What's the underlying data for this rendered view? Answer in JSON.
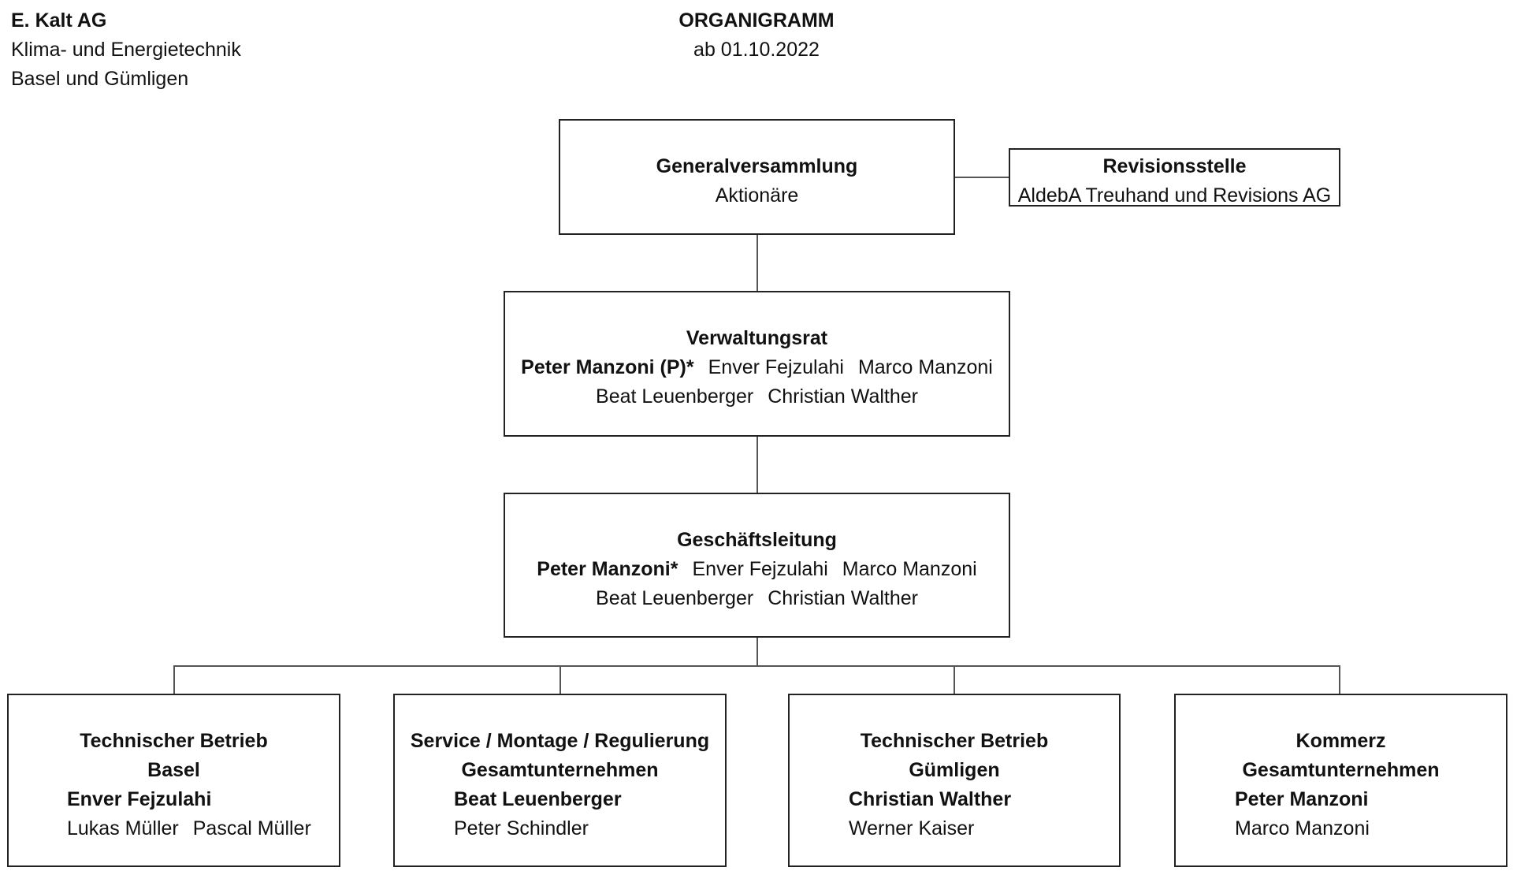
{
  "company": {
    "name": "E. Kalt AG",
    "line1": "Klima- und Energietechnik",
    "line2": "Basel und Gümligen"
  },
  "document": {
    "title": "ORGANIGRAMM",
    "date": "ab 01.10.2022"
  },
  "generalversammlung": {
    "title": "Generalversammlung",
    "subtitle": "Aktionäre"
  },
  "revisionsstelle": {
    "title": "Revisionsstelle",
    "subtitle": "AldebA Treuhand und Revisions AG"
  },
  "verwaltungsrat": {
    "title": "Verwaltungsrat",
    "lead": "Peter Manzoni (P)*",
    "members_row1": [
      "Enver Fejzulahi",
      "Marco Manzoni"
    ],
    "members_row2": [
      "Beat Leuenberger",
      "Christian Walther"
    ]
  },
  "geschaeftsleitung": {
    "title": "Geschäftsleitung",
    "lead": "Peter Manzoni*",
    "members_row1": [
      "Enver Fejzulahi",
      "Marco Manzoni"
    ],
    "members_row2": [
      "Beat Leuenberger",
      "Christian Walther"
    ]
  },
  "departments": [
    {
      "title1": "Technischer Betrieb",
      "title2": "Basel",
      "head": "Enver Fejzulahi",
      "members": [
        "Lukas Müller",
        "Pascal Müller"
      ]
    },
    {
      "title1": "Service / Montage / Regulierung",
      "title2": "Gesamtunternehmen",
      "head": "Beat Leuenberger",
      "members": [
        "Peter Schindler"
      ]
    },
    {
      "title1": "Technischer Betrieb",
      "title2": "Gümligen",
      "head": "Christian Walther",
      "members": [
        "Werner Kaiser"
      ]
    },
    {
      "title1": "Kommerz",
      "title2": "Gesamtunternehmen",
      "head": "Peter Manzoni",
      "members": [
        "Marco Manzoni"
      ]
    }
  ]
}
